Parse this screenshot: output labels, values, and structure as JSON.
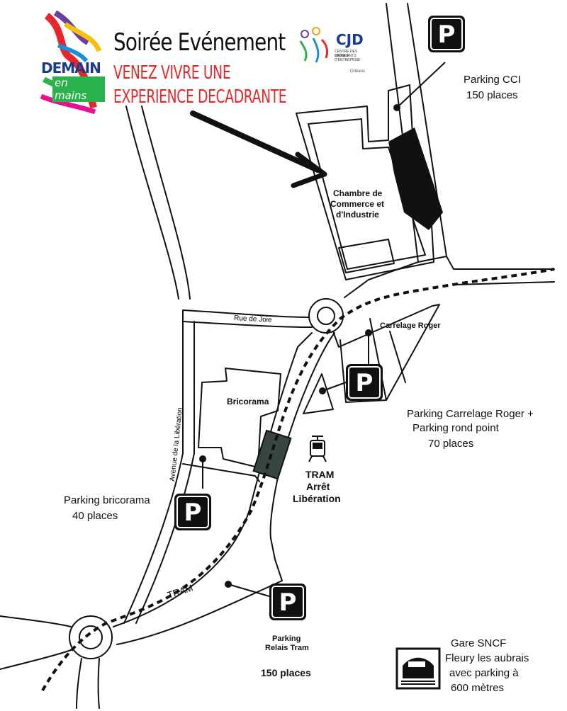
{
  "header": {
    "brand_line1": "DEMAIN",
    "brand_line2": "en mains",
    "title": "Soirée Evénement",
    "subtitle_line1": "VENEZ VIVRE UNE",
    "subtitle_line2": "EXPERIENCE DECADRANTE",
    "partner_logo_text": "CJD",
    "partner_logo_sub1": "CENTRE DES JEUNES",
    "partner_logo_sub2": "DIRIGEANTS D'ENTREPRISE",
    "partner_logo_city": "Orléans"
  },
  "map": {
    "building_cci_line1": "Chambre de",
    "building_cci_line2": "Commerce et",
    "building_cci_line3": "d'Industrie",
    "building_bricorama": "Bricorama",
    "building_carrelage": "Carrelage Roger",
    "street_rue_de_joie": "Rue de Joie",
    "street_avenue": "Avenue de la Libération",
    "tram_line_label": "TRAM",
    "tram_stop_line1": "TRAM",
    "tram_stop_line2": "Arrêt",
    "tram_stop_line3": "Libération",
    "parking_symbol": "P"
  },
  "parkings": {
    "cci_name": "Parking CCI",
    "cci_places": "150 places",
    "carrelage_line1": "Parking Carrelage Roger +",
    "carrelage_line2": "Parking rond point",
    "carrelage_places": "70 places",
    "bricorama_name": "Parking bricorama",
    "bricorama_places": "40 places",
    "relais_line1": "Parking",
    "relais_line2": "Relais Tram",
    "relais_places": "150 places"
  },
  "station": {
    "line1": "Gare SNCF",
    "line2": "Fleury les aubrais",
    "line3": "avec parking à",
    "line4": "600 mètres"
  },
  "colors": {
    "ink": "#111111",
    "accent_red": "#e8262a",
    "tram_stop_fill": "#37473f"
  }
}
